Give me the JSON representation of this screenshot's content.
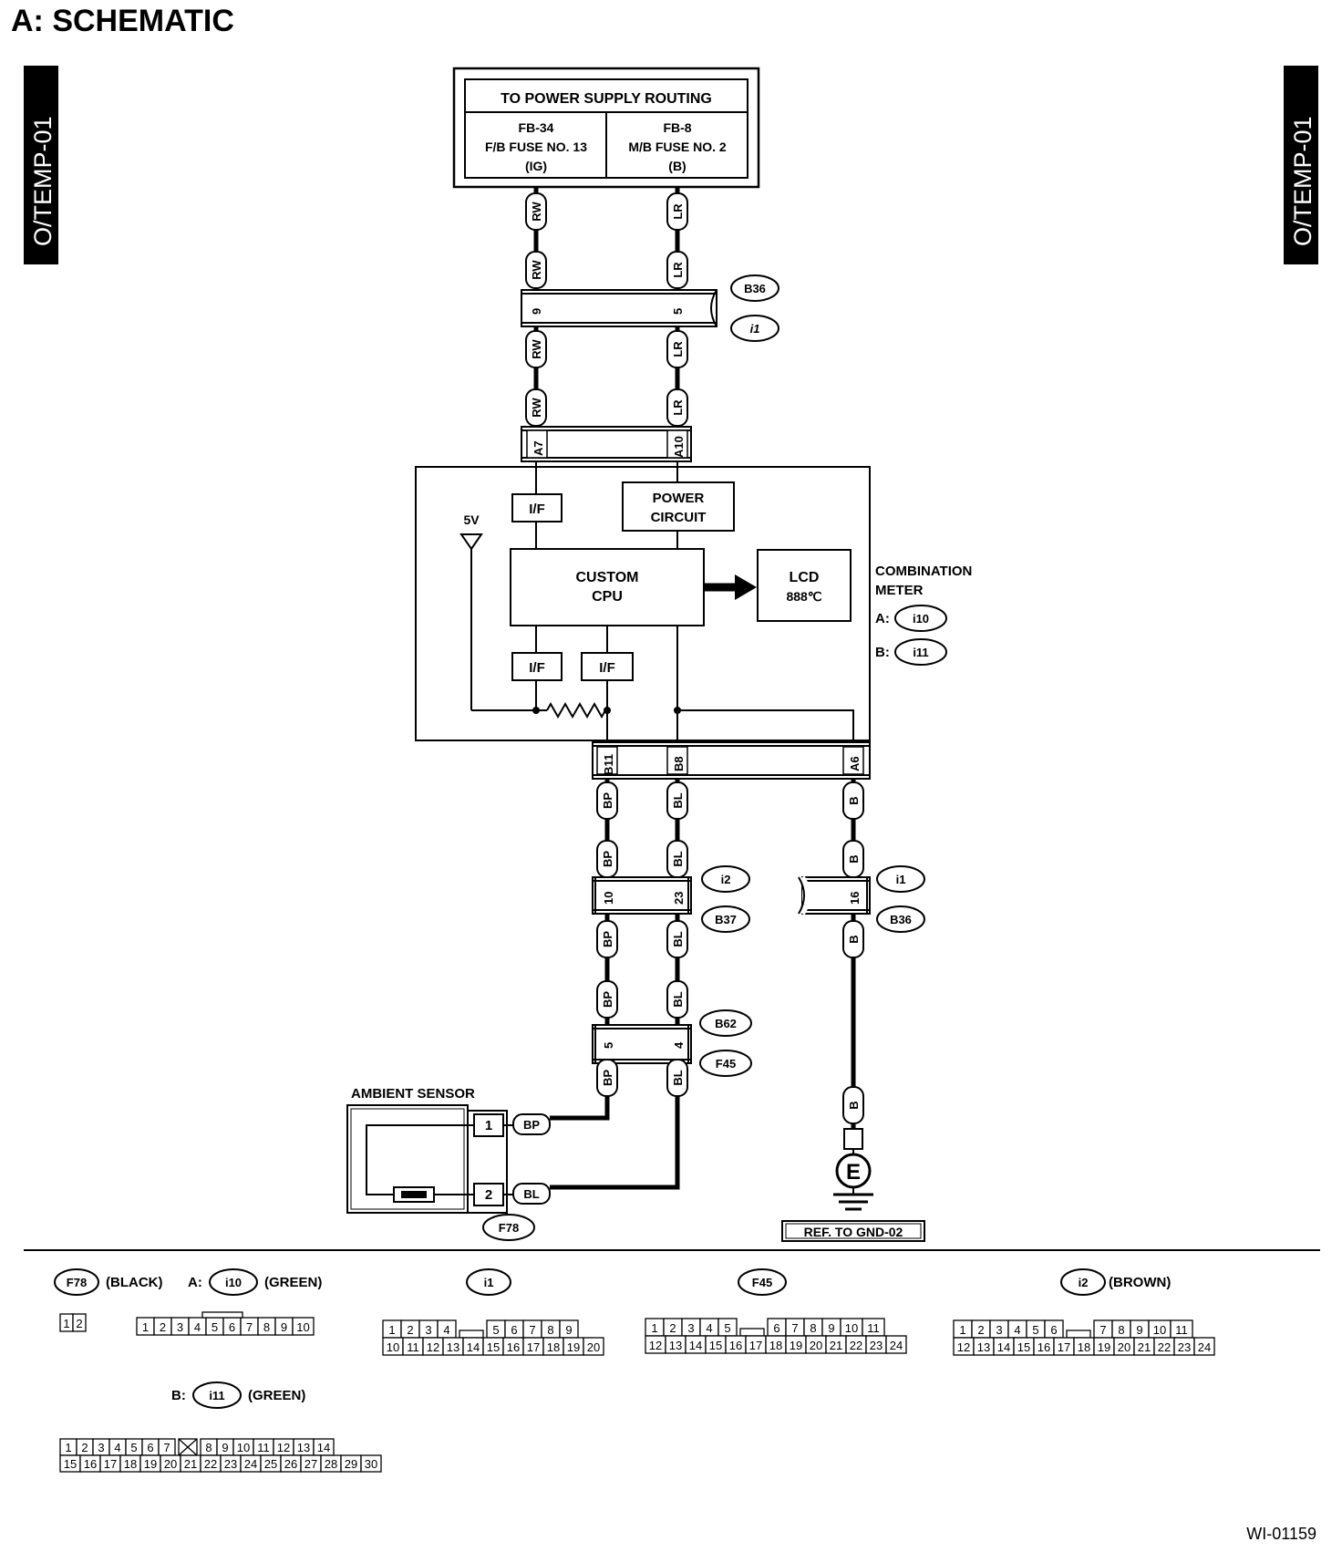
{
  "header": {
    "title": "A:  SCHEMATIC"
  },
  "side_tabs": {
    "left": "O/TEMP-01",
    "right": "O/TEMP-01"
  },
  "power_box": {
    "title": "TO POWER SUPPLY ROUTING",
    "left": [
      "FB-34",
      "F/B FUSE NO. 13",
      "(IG)"
    ],
    "right": [
      "FB-8",
      "M/B FUSE NO. 2",
      "(B)"
    ]
  },
  "wire_colors": {
    "rw": "RW",
    "lr": "LR",
    "bp": "BP",
    "bl": "BL",
    "b": "B"
  },
  "connectors_top": {
    "b36": "B36",
    "i1": "i1",
    "pin_9": "9",
    "pin_5": "5",
    "pin_a7": "A7",
    "pin_a10": "A10"
  },
  "meter": {
    "if": "I/F",
    "power_circuit": [
      "POWER",
      "CIRCUIT"
    ],
    "cpu": [
      "CUSTOM",
      "CPU"
    ],
    "lcd": [
      "LCD",
      "888℃"
    ],
    "v5": "5V",
    "name": [
      "COMBINATION",
      "METER"
    ],
    "conn_a_prefix": "A:",
    "conn_a": "i10",
    "conn_b_prefix": "B:",
    "conn_b": "i11",
    "pin_b11": "B11",
    "pin_b8": "B8",
    "pin_a6": "A6"
  },
  "connectors_mid": {
    "i2": "i2",
    "b37": "B37",
    "i1": "i1",
    "b36": "B36",
    "pin_10": "10",
    "pin_23": "23",
    "pin_16": "16",
    "b62": "B62",
    "f45": "F45",
    "pin_5": "5",
    "pin_4": "4"
  },
  "sensor": {
    "name": "AMBIENT SENSOR",
    "pin_1": "1",
    "pin_2": "2",
    "conn": "F78"
  },
  "ground": {
    "symbol": "E",
    "ref": "REF. TO GND-02"
  },
  "legend": {
    "f78": {
      "name": "F78",
      "color": "(BLACK)",
      "pins": [
        "1",
        "2"
      ]
    },
    "i10": {
      "prefix": "A:",
      "name": "i10",
      "color": "(GREEN)",
      "pins": [
        "1",
        "2",
        "3",
        "4",
        "5",
        "6",
        "7",
        "8",
        "9",
        "10"
      ]
    },
    "i1": {
      "name": "i1",
      "row1": [
        "1",
        "2",
        "3",
        "4",
        "5",
        "6",
        "7",
        "8",
        "9"
      ],
      "row2": [
        "10",
        "11",
        "12",
        "13",
        "14",
        "15",
        "16",
        "17",
        "18",
        "19",
        "20"
      ]
    },
    "f45": {
      "name": "F45",
      "row1": [
        "1",
        "2",
        "3",
        "4",
        "5",
        "6",
        "7",
        "8",
        "9",
        "10",
        "11"
      ],
      "row2": [
        "12",
        "13",
        "14",
        "15",
        "16",
        "17",
        "18",
        "19",
        "20",
        "21",
        "22",
        "23",
        "24"
      ]
    },
    "i2": {
      "name": "i2",
      "color": "(BROWN)",
      "row1": [
        "1",
        "2",
        "3",
        "4",
        "5",
        "6",
        "7",
        "8",
        "9",
        "10",
        "11"
      ],
      "row2": [
        "12",
        "13",
        "14",
        "15",
        "16",
        "17",
        "18",
        "19",
        "20",
        "21",
        "22",
        "23",
        "24"
      ]
    },
    "i11": {
      "prefix": "B:",
      "name": "i11",
      "color": "(GREEN)",
      "row1": [
        "1",
        "2",
        "3",
        "4",
        "5",
        "6",
        "7",
        "8",
        "9",
        "10",
        "11",
        "12",
        "13",
        "14"
      ],
      "row2": [
        "15",
        "16",
        "17",
        "18",
        "19",
        "20",
        "21",
        "22",
        "23",
        "24",
        "25",
        "26",
        "27",
        "28",
        "29",
        "30"
      ]
    }
  },
  "footer": {
    "code": "WI-01159"
  }
}
